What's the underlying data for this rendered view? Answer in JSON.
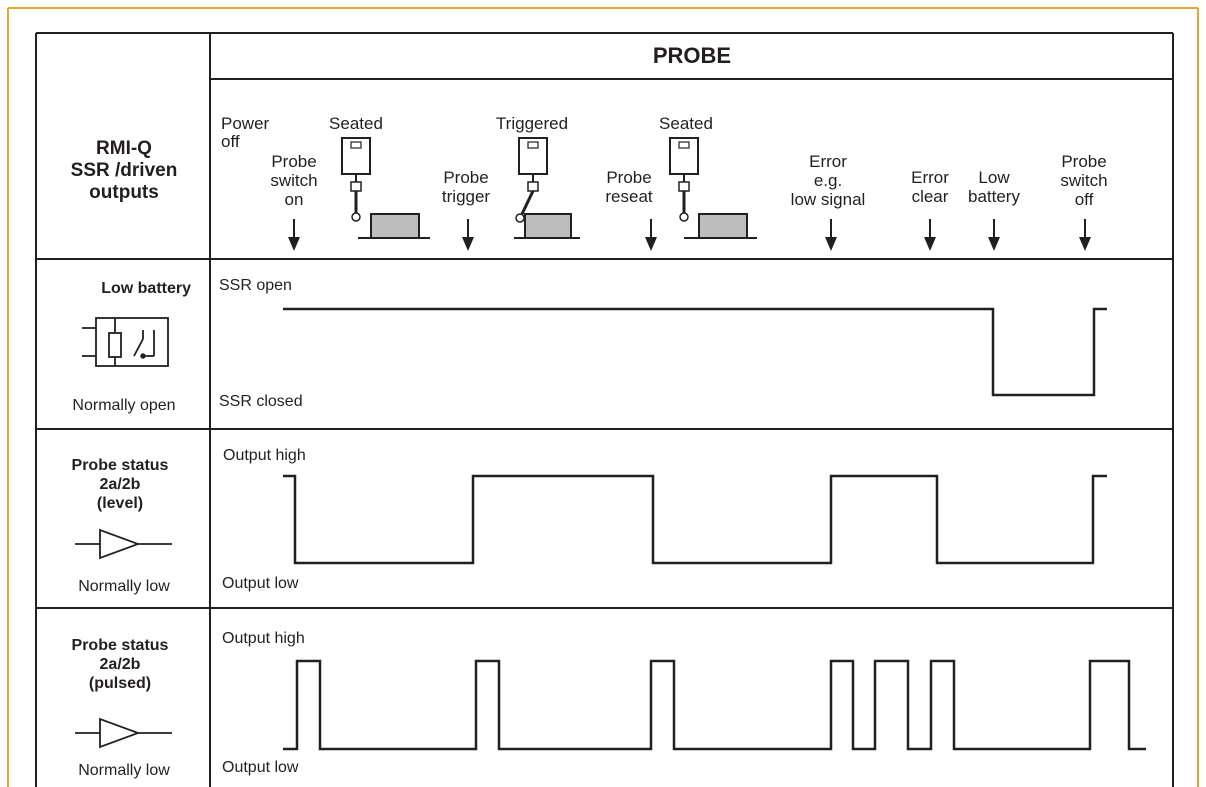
{
  "colors": {
    "frame_border": "#e8a33d",
    "line": "#231f20",
    "shade": "#bdbdbd",
    "background": "#ffffff"
  },
  "header": {
    "title": "PROBE",
    "left_title": [
      "RMI-Q",
      "SSR /driven",
      "outputs"
    ]
  },
  "events": [
    {
      "lines": [
        "Power",
        "off"
      ],
      "arrow": false
    },
    {
      "lines": [
        "Probe",
        "switch",
        "on"
      ],
      "arrow": true
    },
    {
      "lines": [
        "Probe",
        "trigger"
      ],
      "arrow": true
    },
    {
      "lines": [
        "Probe",
        "reseat"
      ],
      "arrow": true
    },
    {
      "lines": [
        "Error",
        "e.g.",
        "low signal"
      ],
      "arrow": true
    },
    {
      "lines": [
        "Error",
        "clear"
      ],
      "arrow": true
    },
    {
      "lines": [
        "Low",
        "battery"
      ],
      "arrow": true
    },
    {
      "lines": [
        "Probe",
        "switch",
        "off"
      ],
      "arrow": true
    }
  ],
  "probe_states": [
    {
      "label": "Seated",
      "icon": "probe-seated-icon"
    },
    {
      "label": "Triggered",
      "icon": "probe-triggered-icon"
    },
    {
      "label": "Seated",
      "icon": "probe-seated-icon"
    }
  ],
  "rows": [
    {
      "name": "Low battery",
      "name_lines": [
        "Low battery"
      ],
      "symbol": "relay-switch-icon",
      "normal_state": "Normally open",
      "high_label": "SSR open",
      "low_label": "SSR closed"
    },
    {
      "name": "Probe status 2a/2b (level)",
      "name_lines": [
        "Probe status",
        "2a/2b",
        "(level)"
      ],
      "symbol": "buffer-amplifier-icon",
      "normal_state": "Normally low",
      "high_label": "Output high",
      "low_label": "Output low"
    },
    {
      "name": "Probe status 2a/2b (pulsed)",
      "name_lines": [
        "Probe status",
        "2a/2b",
        "(pulsed)"
      ],
      "symbol": "buffer-amplifier-icon",
      "normal_state": "Normally low",
      "high_label": "Output high",
      "low_label": "Output low"
    }
  ]
}
